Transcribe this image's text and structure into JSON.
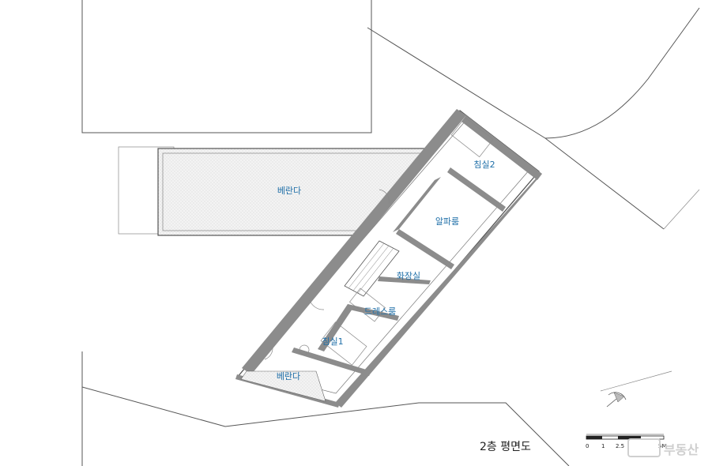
{
  "plan": {
    "title": "2층 평면도",
    "rooms": {
      "veranda_top": "베란다",
      "bedroom2": "침실2",
      "alpha_room": "알파룸",
      "bathroom": "화장실",
      "dressroom": "드레스룸",
      "bedroom1": "침실1",
      "veranda_bottom": "베란다"
    },
    "scale_bar": {
      "ticks": [
        "0",
        "1",
        "2.5",
        "5M"
      ]
    },
    "watermark": "부동산"
  }
}
